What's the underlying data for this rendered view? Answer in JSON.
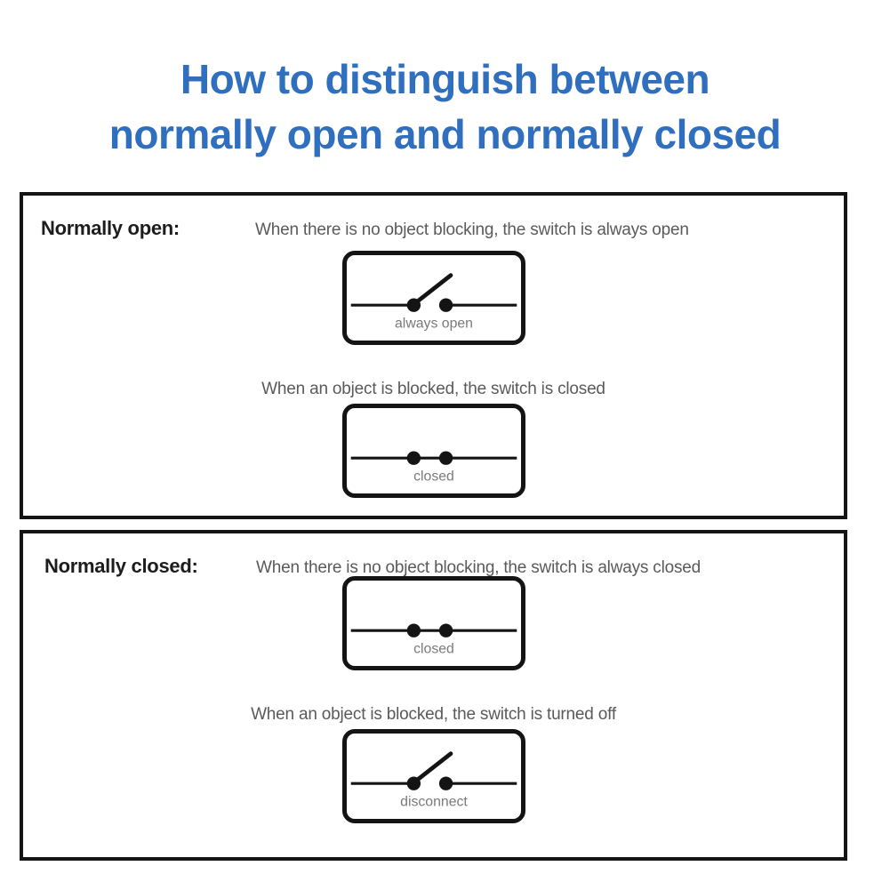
{
  "title": {
    "line1": "How to distinguish between",
    "line2": "normally open and normally closed",
    "color": "#2f6fbe"
  },
  "sections": [
    {
      "id": "normally-open",
      "label": "Normally open:",
      "inline_description": "When there is no object blocking, the switch is always open",
      "second_description": "When an object is blocked, the switch is closed",
      "symbols": [
        {
          "state": "open",
          "caption": "always open"
        },
        {
          "state": "closed",
          "caption": "closed"
        }
      ]
    },
    {
      "id": "normally-closed",
      "label": "Normally closed:",
      "inline_description": "When there is no object blocking, the switch is always closed",
      "second_description": "When an object is blocked, the switch is turned off",
      "symbols": [
        {
          "state": "closed",
          "caption": "closed"
        },
        {
          "state": "open",
          "caption": "disconnect"
        }
      ]
    }
  ],
  "colors": {
    "title": "#2f6fbe",
    "panel_border": "#141414",
    "label_text": "#1d1d1d",
    "description_text": "#5a5a5a",
    "caption_text": "#7a7a7a",
    "background": "#ffffff"
  }
}
